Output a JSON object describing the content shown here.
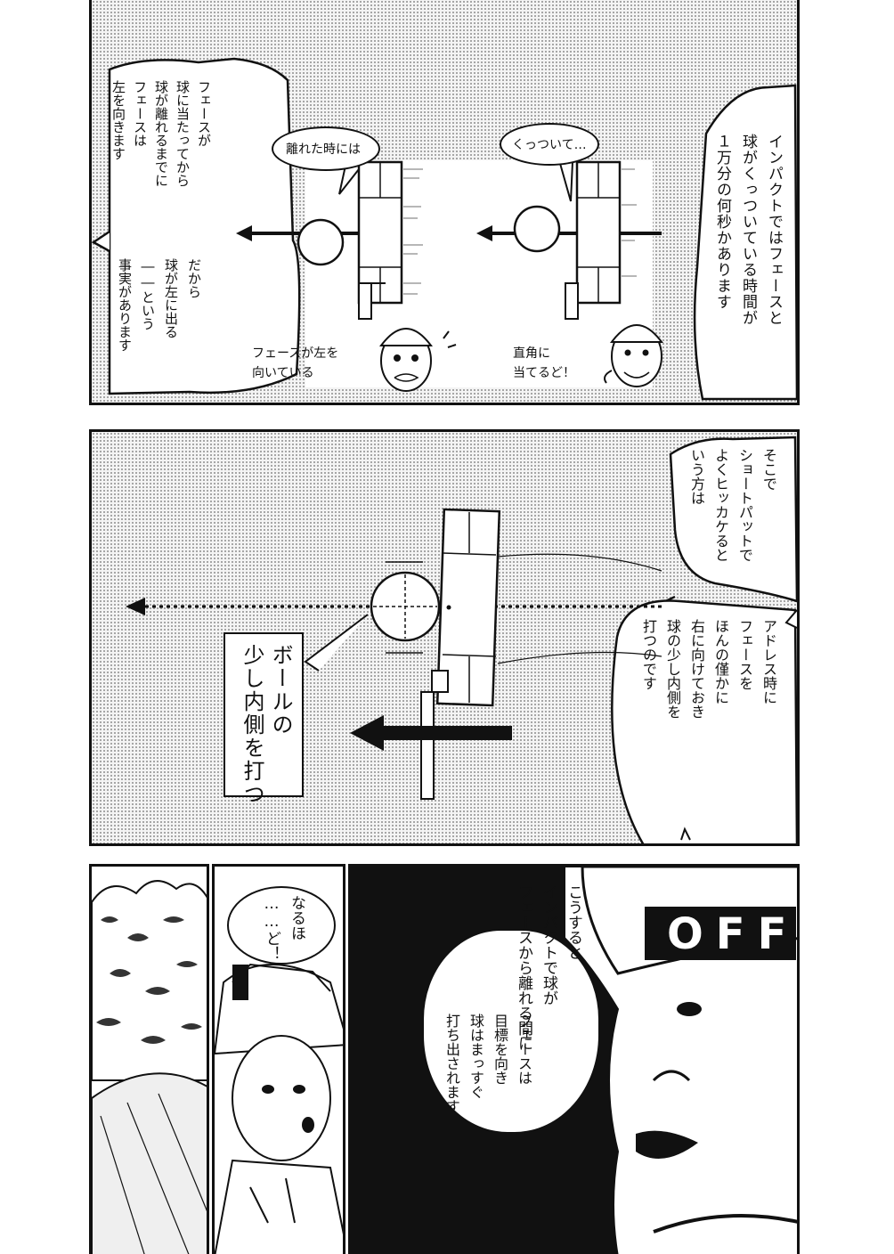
{
  "panel1": {
    "narration_right": "インパクトではフェースと\n球がくっついている時間が\n１万分の何秒かあります",
    "narration_left_top": "フェースが\n球に当たってから\n球が離れるまでに\nフェースは\n左を向きます",
    "narration_left_bottom": "だから\n球が左に出る\n――という\n事実があります",
    "bubble_right": "くっついて…",
    "bubble_left": "離れた時には",
    "caption_right": "直角に\n当てるど！",
    "caption_left": "フェースが左を\n向いている",
    "caption_left_mark": "💧"
  },
  "panel2": {
    "narration_top": "そこで\nショートパットで\nよくヒッカケると\nいう方は",
    "narration_bottom": "アドレス時に\nフェースを\nほんの僅かに\n右に向けておき\n球の少し内側を\n打つのです",
    "label_box": "ボールの\n少し内側を打つ"
  },
  "panel3": {
    "speech_right": "こうすると\nインパクトで球が\nフェースから離れる間に",
    "speech_right_2": "フェースは\n目標を向き\n球はまっすぐ\n打ち出されます",
    "speech_left": "なるほ\n……ど！",
    "cap_letters": "OFF"
  }
}
